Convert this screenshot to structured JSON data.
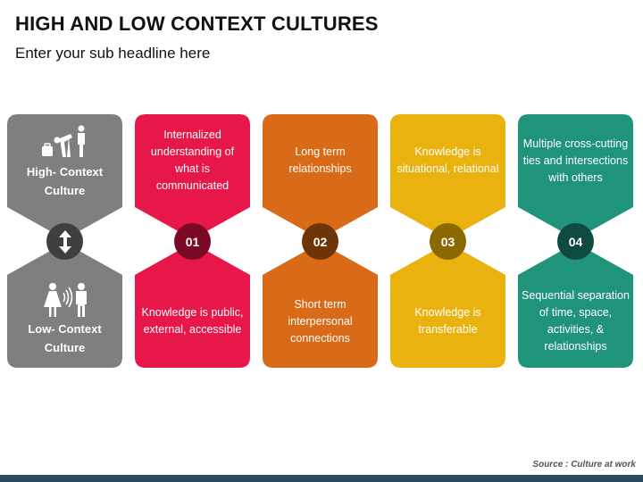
{
  "header": {
    "title": "HIGH AND LOW CONTEXT CULTURES",
    "subtitle": "Enter your sub headline here"
  },
  "legend": {
    "color": "#7f7f7f",
    "circle_color": "#3f3f3f",
    "top_label": "High- Context Culture",
    "bottom_label": "Low- Context Culture"
  },
  "columns": [
    {
      "number": "01",
      "color": "#e8174a",
      "circle_color": "#7a0a23",
      "high": "Internalized understanding of what is communicated",
      "low": "Knowledge is public, external, accessible"
    },
    {
      "number": "02",
      "color": "#d96a18",
      "circle_color": "#6e3508",
      "high": "Long term relationships",
      "low": "Short term interpersonal connections"
    },
    {
      "number": "03",
      "color": "#e9b20f",
      "circle_color": "#8a6a00",
      "high": "Knowledge is situational, relational",
      "low": "Knowledge is transferable"
    },
    {
      "number": "04",
      "color": "#20937b",
      "circle_color": "#0e4a3d",
      "high": "Multiple cross-cutting ties and intersections with others",
      "low": "Sequential separation of time, space, activities, & relationships"
    }
  ],
  "footer": {
    "source": "Source : Culture at work"
  }
}
